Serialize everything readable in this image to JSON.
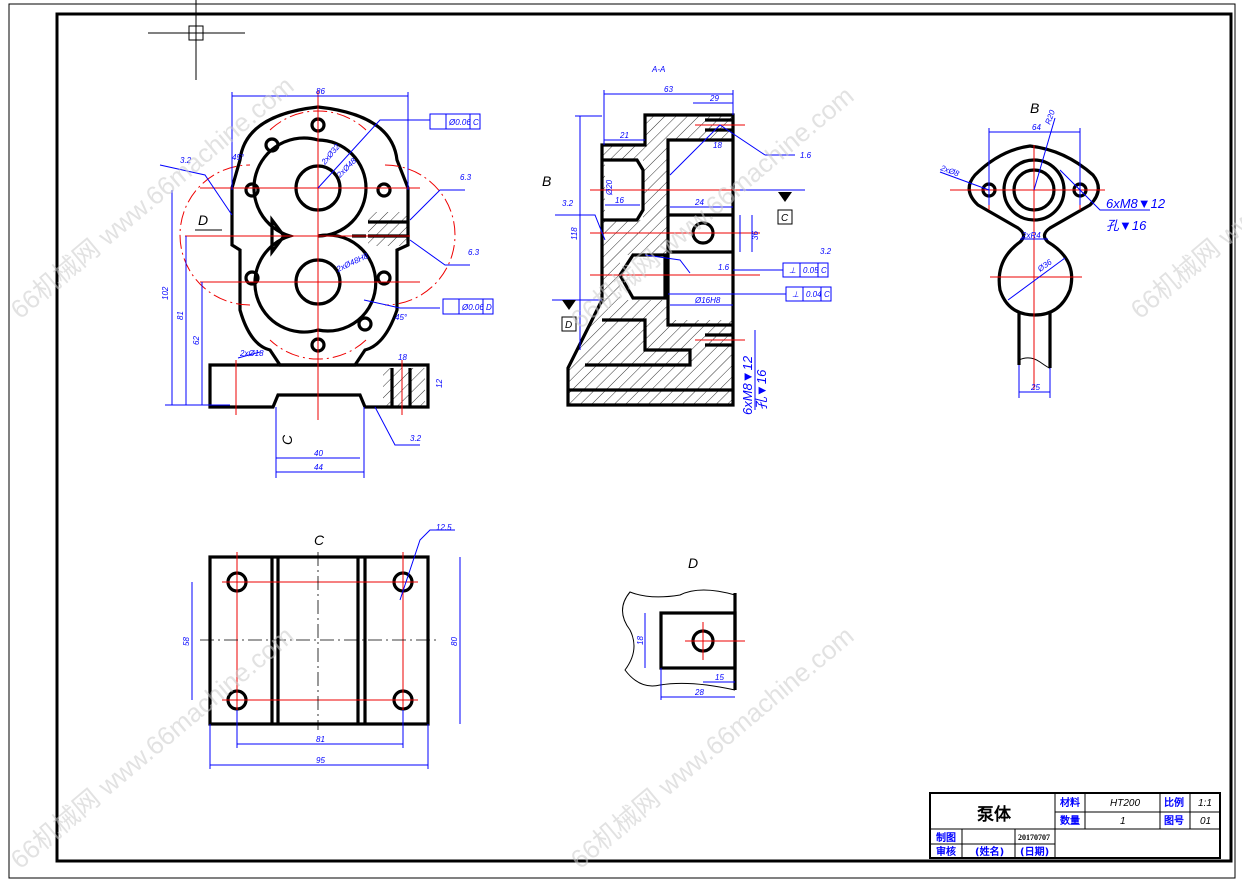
{
  "title_block": {
    "part_name": "泵体",
    "material_label": "材料",
    "material_value": "HT200",
    "quantity_label": "数量",
    "quantity_value": "1",
    "scale_label": "比例",
    "scale_value": "1:1",
    "drawing_no_label": "图号",
    "drawing_no_value": "01",
    "drawn_label": "制图",
    "drawn_date": "20170707",
    "checked_label": "审核",
    "checked_name": "(姓名)",
    "checked_date": "(日期)"
  },
  "views": {
    "section_title": "A-A",
    "view_b": "B",
    "view_c": "C",
    "view_d": "D",
    "arrow_b": "B",
    "arrow_c": "C",
    "arrow_d": "D"
  },
  "front_view": {
    "width": "86",
    "height_total": "102",
    "height_mid": "81",
    "height_lower": "62",
    "angle_top": "45°",
    "angle_bottom": "45°",
    "hole_dia": "2xØ8",
    "pcd1": "2xØ32",
    "pcd2": "2xØ48",
    "gear_dia": "2xØ48H8",
    "base_holes": "2xØ18",
    "tol_c_value": "Ø0.06",
    "tol_c_ref": "C",
    "tol_d_value": "Ø0.06",
    "tol_d_ref": "D",
    "rough_1": "3.2",
    "rough_2": "6.3",
    "rough_3": "6.3",
    "rough_4": "3.2",
    "base_w1": "40",
    "base_w2": "44",
    "slot": "18",
    "side_h": "12"
  },
  "section_view": {
    "w_total": "63",
    "w_top": "29",
    "w_left": "21",
    "h_total": "118",
    "bore": "Ø20",
    "d16": "16",
    "d18": "18",
    "d24": "24",
    "d36": "36",
    "thread": "Ø16H8",
    "rough_top": "1.6",
    "rough_left": "3.2",
    "rough_mid": "1.6",
    "rough_right": "3.2",
    "perp1_value": "0.05",
    "perp1_ref": "C",
    "perp2_value": "0.04",
    "perp2_ref": "C",
    "thread_note": "6xM8▼12",
    "hole_note": "孔▼16"
  },
  "view_b_dims": {
    "width": "64",
    "r": "R20",
    "holes": "2xØ8",
    "thread_note": "6xM8▼12",
    "hole_note": "孔▼16",
    "neck": "2xR4",
    "dia": "Ø36",
    "stem": "25"
  },
  "view_c_dims": {
    "inner_w": "81",
    "outer_w": "95",
    "inner_h": "58",
    "outer_h": "80",
    "rough": "12.5"
  },
  "view_d_dims": {
    "h": "18",
    "w1": "15",
    "w2": "28"
  },
  "watermark": "66机械网 www.66machine.com"
}
